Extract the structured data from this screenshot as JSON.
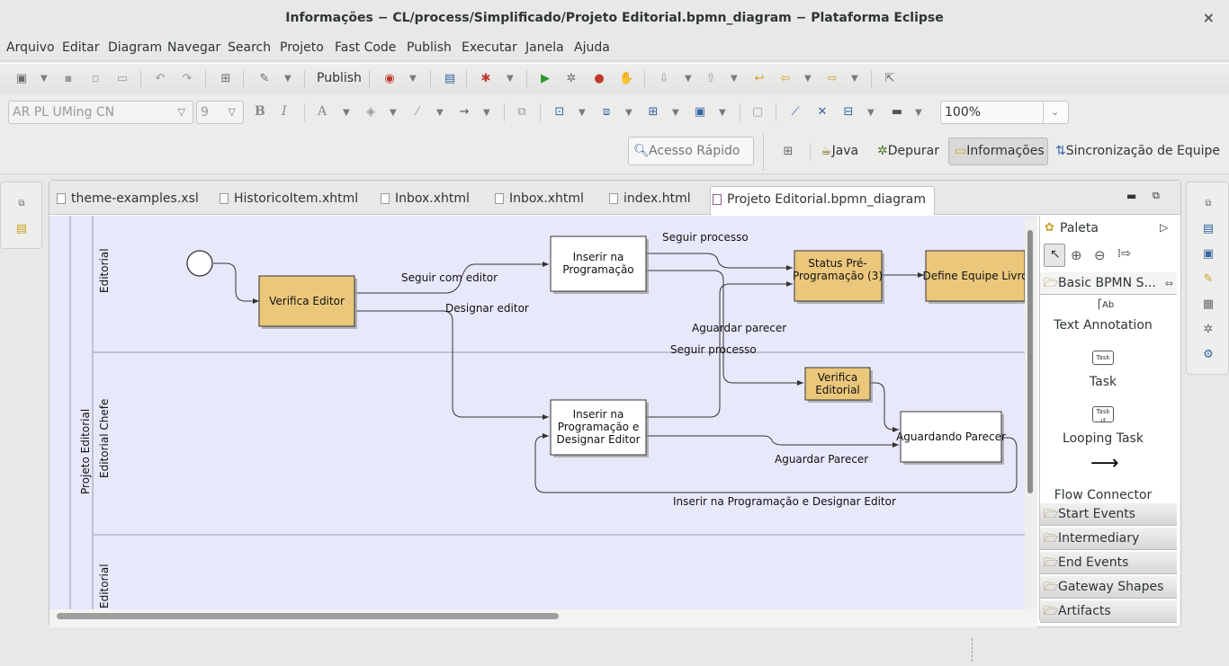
{
  "window": {
    "title": "Informações − CL/process/Simplificado/Projeto Editorial.bpmn_diagram − Plataforma Eclipse",
    "close": "×"
  },
  "menu": [
    "Arquivo",
    "Editar",
    "Diagram",
    "Navegar",
    "Search",
    "Projeto",
    "Fast Code",
    "Publish",
    "Executar",
    "Janela",
    "Ajuda"
  ],
  "toolbar": {
    "publish_label": "Publish"
  },
  "format": {
    "font_family": "AR PL UMing CN",
    "font_size": "9",
    "bold": "B",
    "italic": "I",
    "font_color": "A",
    "zoom": "100%"
  },
  "quick_access": {
    "placeholder": "Acesso Rápido"
  },
  "perspectives": [
    "Java",
    "Depurar",
    "Informações",
    "Sincronização de Equipe"
  ],
  "tabs": [
    "theme-examples.xsl",
    "HistoricoItem.xhtml",
    "Inbox.xhtml",
    "Inbox.xhtml",
    "index.html",
    "Projeto Editorial.bpmn_diagram"
  ],
  "active_tab_close": "⊠",
  "diagram": {
    "pool": "Projeto Editorial",
    "lanes": [
      "Editorial",
      "Editorial Chefe",
      "Editorial"
    ],
    "tasks": {
      "verifica_editor": "Verifica Editor",
      "inserir_prog_1": "Inserir na",
      "inserir_prog_2": "Programação",
      "status_1": "Status Pré-",
      "status_2": "Programação (3)",
      "define_equipe": "Define Equipe Livro",
      "verifica_editorial_1": "Verifica",
      "verifica_editorial_2": "Editorial",
      "inserir_designar_1": "Inserir na",
      "inserir_designar_2": "Programação e",
      "inserir_designar_3": "Designar Editor",
      "aguardando": "Aguardando Parecer"
    },
    "flows": {
      "seguir_com_editor": "Seguir com editor",
      "designar_editor": "Designar editor",
      "seguir_processo_1": "Seguir processo",
      "aguardar_parecer_1": "Aguardar parecer",
      "seguir_processo_2": "Seguir processo",
      "aguardar_parecer_2": "Aguardar Parecer",
      "inserir_designar": "Inserir na Programação e Designar Editor"
    }
  },
  "palette": {
    "title": "Paleta",
    "drawer_basic": "Basic BPMN S...",
    "tools": [
      "Text Annotation",
      "Task",
      "Looping Task",
      "Flow Connector"
    ],
    "task_icon_text": "Task",
    "drawers": [
      "Start Events",
      "Intermediary Eve...",
      "End Events",
      "Gateway Shapes",
      "Artifacts"
    ]
  }
}
